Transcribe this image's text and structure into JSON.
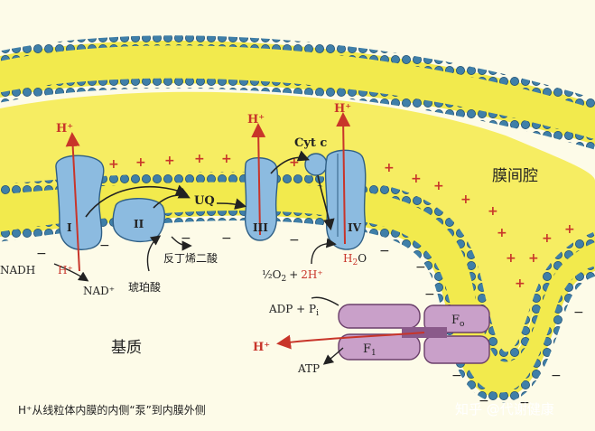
{
  "labels": {
    "intermembrane_space": "膜间腔",
    "matrix": "基质",
    "caption": "H⁺从线粒体内膜的内侧“泵”到内膜外侧",
    "watermark": "知乎 @代谢健康",
    "complex_1": "I",
    "complex_2": "II",
    "complex_3": "III",
    "complex_4": "IV",
    "uq": "UQ",
    "cytc": "Cyt c",
    "fumarate": "反丁烯二酸",
    "succinate": "琥珀酸",
    "nadh": "NADH",
    "h_plus": "H⁺",
    "nad": "NAD⁺",
    "h_plus_top": "H⁺",
    "h2o_h": "H",
    "h2o_sub": "2",
    "h2o_o": "O",
    "o2_half": "½O",
    "o2_sub": "2",
    "o2_plus": "+",
    "two_h": "2H⁺",
    "adp": "ADP + P",
    "adp_sub": "i",
    "atp": "ATP",
    "f0": "F",
    "f0_sub": "o",
    "f1": "F",
    "f1_sub": "1",
    "plus": "+",
    "minus": "−"
  },
  "colors": {
    "membrane_fill": "#f2ea4d",
    "lipid_head": "#3f7fa8",
    "protein": "#8cbbe0",
    "atp_synthase": "#c9a0c9",
    "red": "#c8352a",
    "matrix_bg": "#fdfbe8"
  }
}
